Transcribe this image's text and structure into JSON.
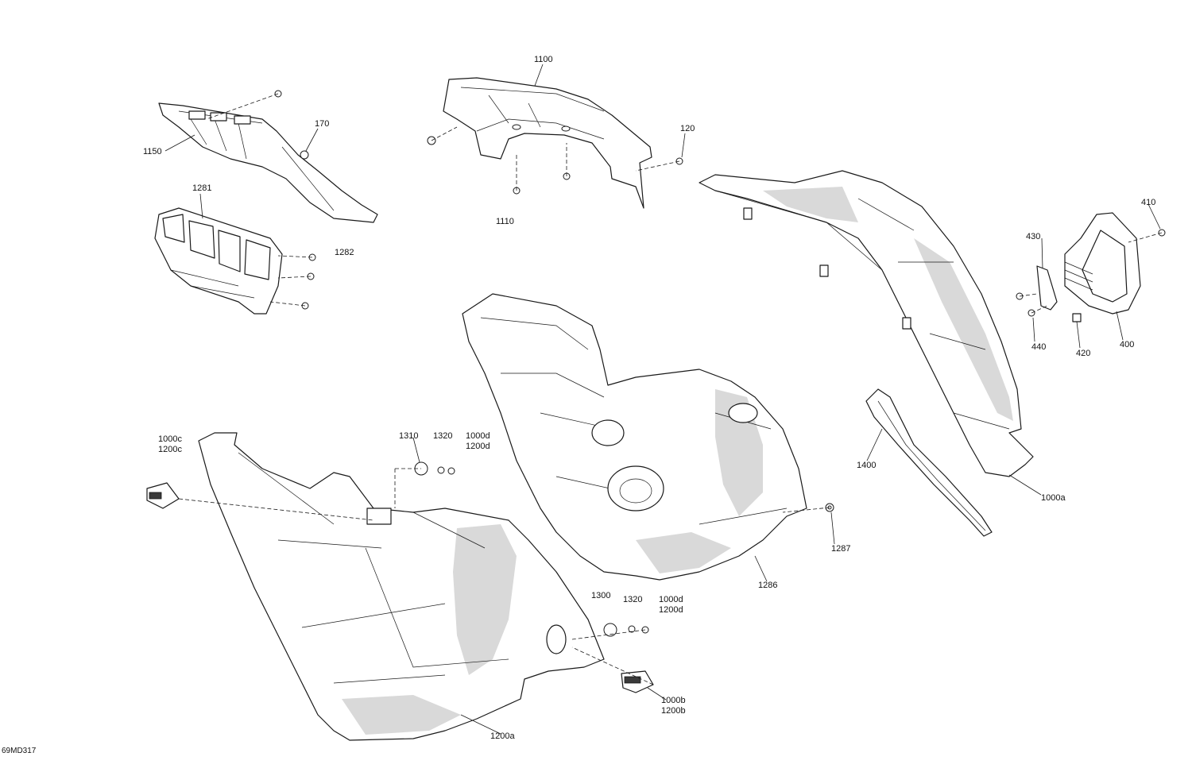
{
  "figure_id": "69MD317",
  "callouts": [
    {
      "id": "c1100",
      "label": "1100"
    },
    {
      "id": "c170",
      "label": "170"
    },
    {
      "id": "c1150",
      "label": "1150"
    },
    {
      "id": "c120",
      "label": "120"
    },
    {
      "id": "c1110",
      "label": "1110"
    },
    {
      "id": "c1281",
      "label": "1281"
    },
    {
      "id": "c1282",
      "label": "1282"
    },
    {
      "id": "c410",
      "label": "410"
    },
    {
      "id": "c430",
      "label": "430"
    },
    {
      "id": "c440",
      "label": "440"
    },
    {
      "id": "c420",
      "label": "420"
    },
    {
      "id": "c400",
      "label": "400"
    },
    {
      "id": "c1400",
      "label": "1400"
    },
    {
      "id": "c1000a",
      "label": "1000a"
    },
    {
      "id": "c1287",
      "label": "1287"
    },
    {
      "id": "c1286",
      "label": "1286"
    },
    {
      "id": "c1310",
      "label": "1310"
    },
    {
      "id": "c1320a",
      "label": "1320"
    },
    {
      "id": "c1000d_top",
      "label": "1000d"
    },
    {
      "id": "c1200d_top",
      "label": "1200d"
    },
    {
      "id": "c1000c",
      "label": "1000c"
    },
    {
      "id": "c1200c",
      "label": "1200c"
    },
    {
      "id": "c1300",
      "label": "1300"
    },
    {
      "id": "c1320b",
      "label": "1320"
    },
    {
      "id": "c1000d_bot",
      "label": "1000d"
    },
    {
      "id": "c1200d_bot",
      "label": "1200d"
    },
    {
      "id": "c1000b",
      "label": "1000b"
    },
    {
      "id": "c1200b",
      "label": "1200b"
    },
    {
      "id": "c1200a",
      "label": "1200a"
    }
  ]
}
